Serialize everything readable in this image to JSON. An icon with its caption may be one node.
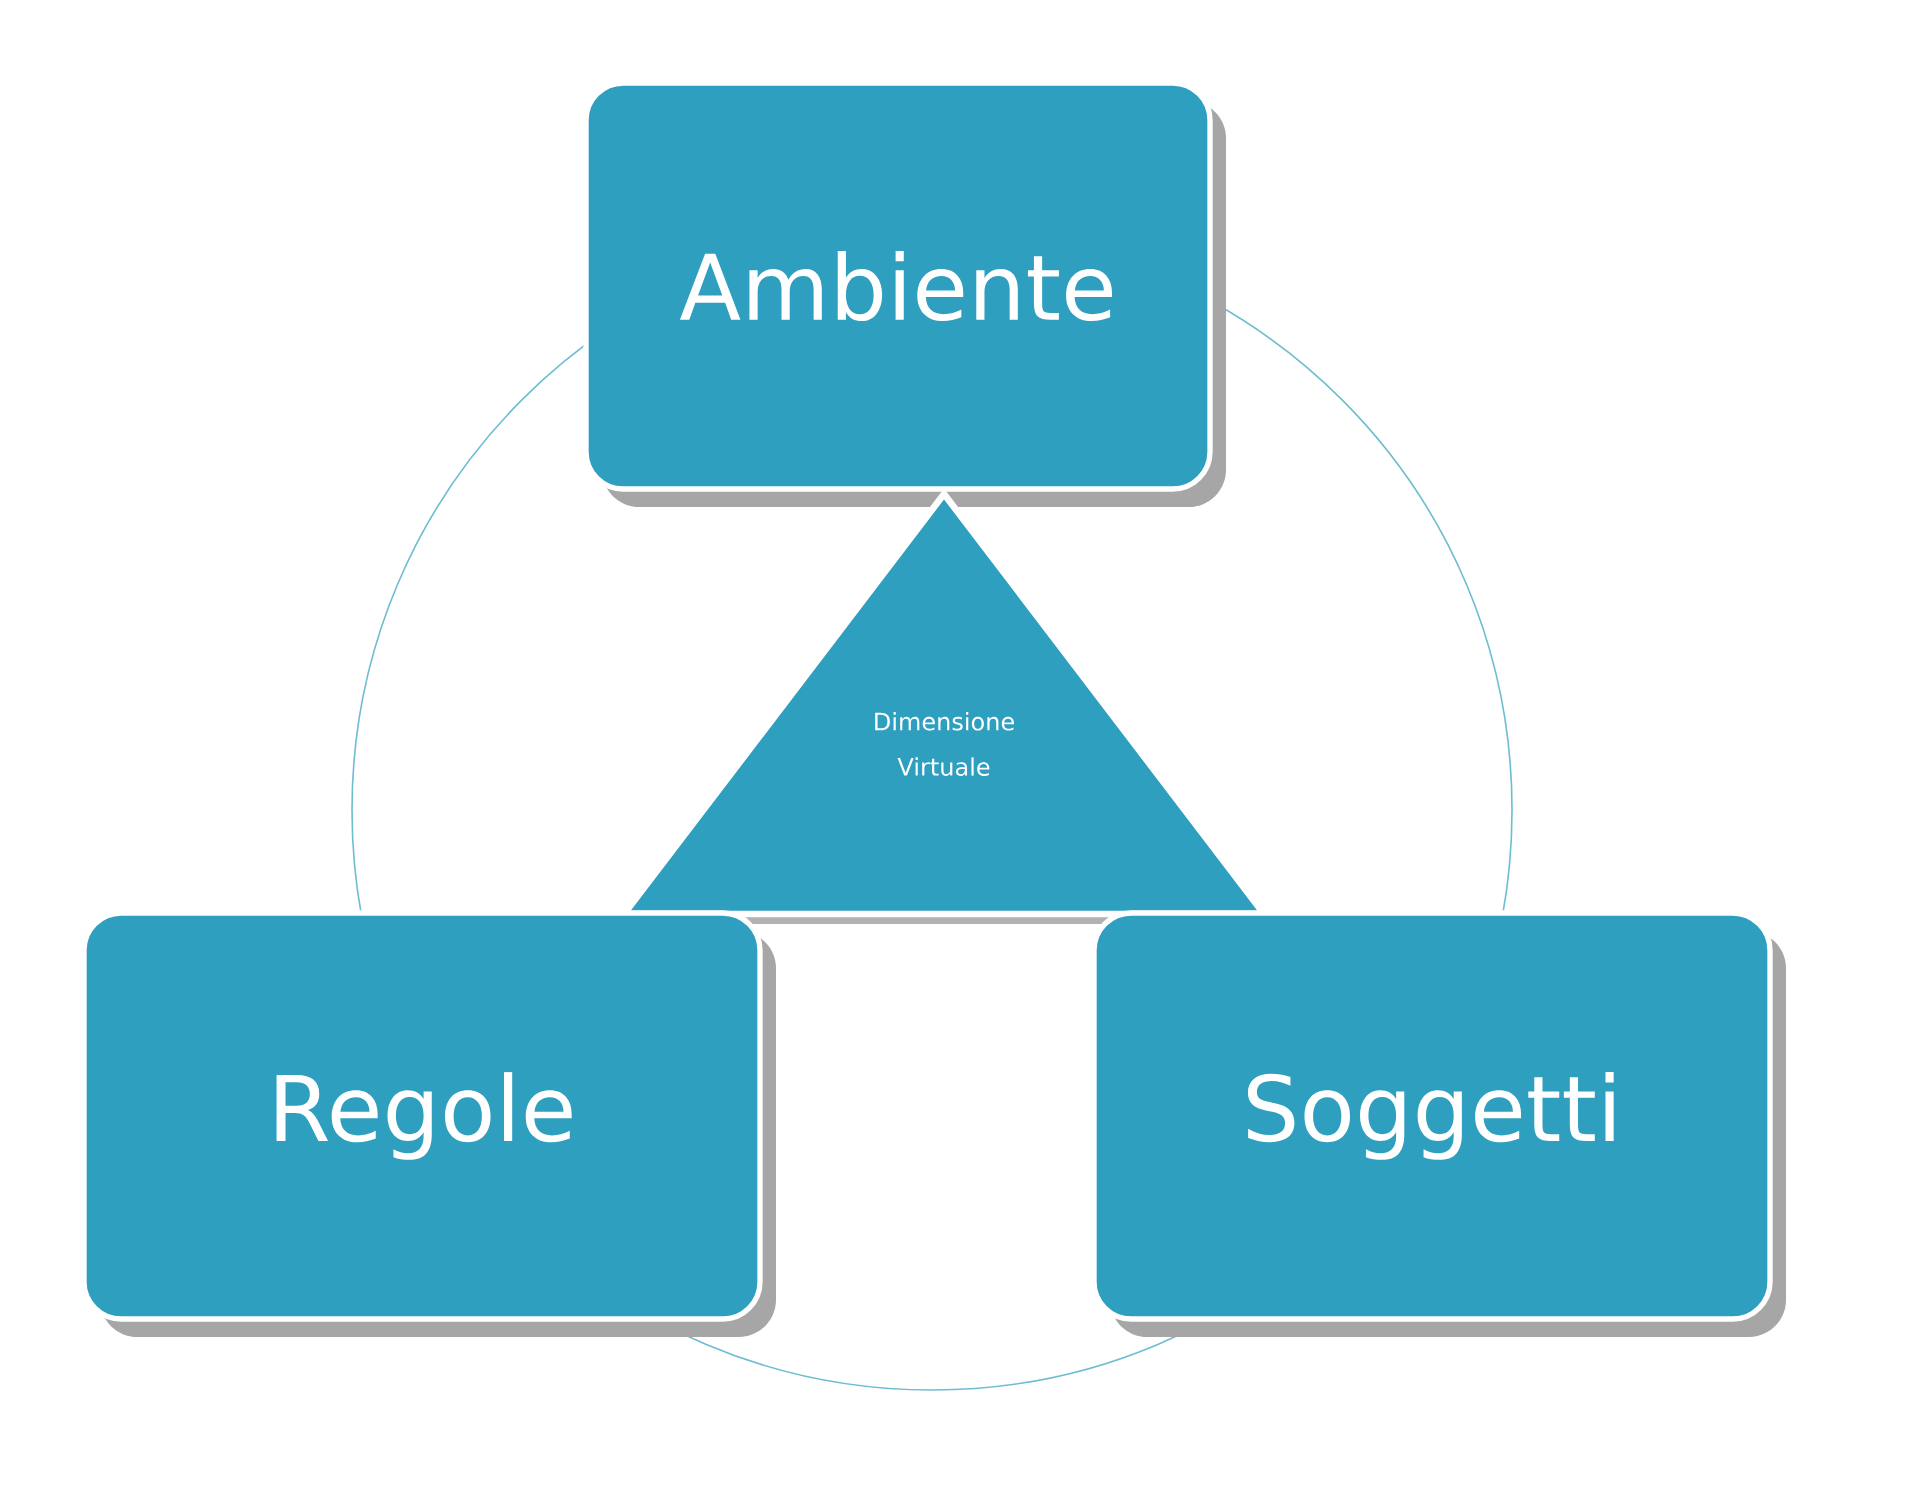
{
  "diagram": {
    "nodes": [
      {
        "text": [
          "Ambiente"
        ]
      },
      {
        "text": [
          "Dimensione Virtuale"
        ]
      },
      {
        "text": [
          "Regole"
        ]
      },
      {
        "text": [
          "Soggetti"
        ]
      }
    ]
  }
}
